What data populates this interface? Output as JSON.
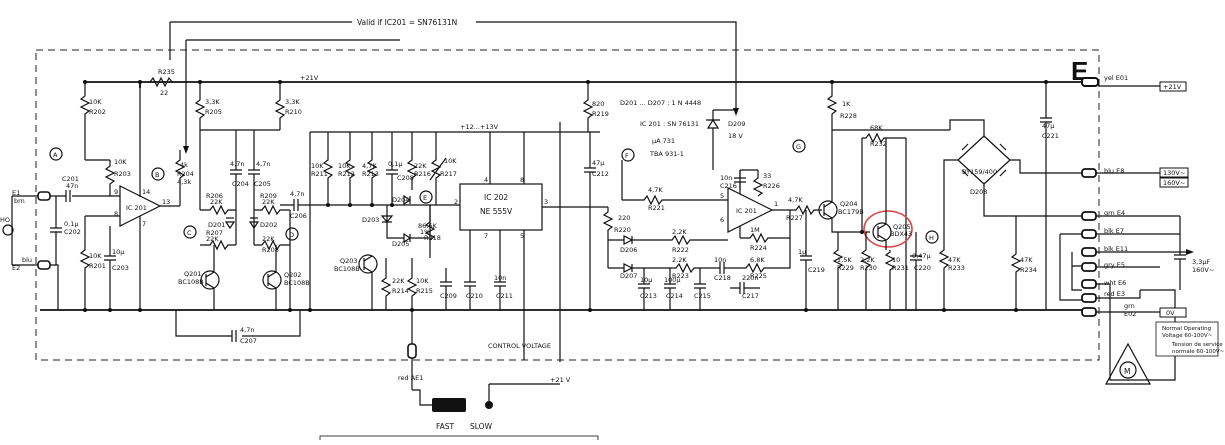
{
  "header": {
    "valid_note": "Valid if IC201 = SN76131N",
    "board_letter": "E"
  },
  "supply": {
    "plus21": "+21V",
    "plus12_13": "+12...+13V",
    "plus21_bottom": "+21 V",
    "control_voltage": "CONTROL VOLTAGE"
  },
  "notes": {
    "diodes": "D201 ... D207 : 1 N 4448",
    "ic201": "IC 201 : SN 76131",
    "ua731": "µA 731",
    "tba": "TBA 931-1",
    "zener_v": "18 V",
    "d208": "BY159/400",
    "d208_id": "D208"
  },
  "test_points": [
    "A",
    "B",
    "C",
    "D",
    "E",
    "F",
    "G",
    "H"
  ],
  "connectors": {
    "e1": "E1",
    "e1_color": "brn",
    "e2": "E2",
    "e2_color": "blu",
    "ho": "HO",
    "e01": "yel E01",
    "e8": "blu E8",
    "e4": "grn E4",
    "e7": "blk E7",
    "e11": "blk E11",
    "e5": "gry E5",
    "e6": "wht E6",
    "e3": "red E3",
    "e02": "grn",
    "e02_id": "E02",
    "red_ae1": "red AE1"
  },
  "right_labels": {
    "plus21": "+21V",
    "v130": "130V~",
    "v160": "160V~",
    "cap": "3,3µF",
    "cap_v": "160V~",
    "zero_v": "0V",
    "normal_op": "Normal Operating",
    "voltage": "Voltage 60-100V~",
    "tension": "Tension de service",
    "normale": "normale 60-100V~",
    "motor": "M"
  },
  "switch": {
    "fast": "FAST",
    "slow": "SLOW"
  },
  "ic": {
    "ic201a": "IC 201",
    "ic202": "IC 202",
    "ne555": "NE 555V",
    "ic201b": "IC 201"
  },
  "transistors": {
    "q201": "Q201",
    "q201_type": "BC108B",
    "q202": "Q202",
    "q202_type": "BC108B",
    "q203": "Q203",
    "q203_type": "BC108B",
    "q204": "Q204",
    "q204_type": "BC179B",
    "q205": "Q205",
    "q205_type": "BDX43"
  },
  "resistors": {
    "r235": "R235",
    "r235_v": "22",
    "r202": "R202",
    "r202_v": "10K",
    "r203": "R203",
    "r203_v": "10K",
    "r201": "R201",
    "r201_v": "10K",
    "r205": "R205",
    "r205_v": "3,3K",
    "r204": "R204",
    "r204_v": "4k",
    "r204_v2": "4,3k",
    "r206": "R206",
    "r206_v": "22K",
    "r207": "R207",
    "r207_v": "22K",
    "r209": "R209",
    "r209_v": "22K",
    "r208": "R208",
    "r208_v": "22K",
    "r210": "R210",
    "r210_v": "3,3K",
    "r211": "R211",
    "r211_v": "10K",
    "r212": "R212",
    "r212_v": "10K",
    "r213": "R213",
    "r213_v": "4,7K",
    "r216": "R216",
    "r216_v": "22K",
    "r217": "R217",
    "r217_v": "10K",
    "r218": "R218",
    "r218_v": "86,6K",
    "r218_tol": "1%",
    "r214": "R214",
    "r214_v": "22K",
    "r215": "R215",
    "r215_v": "10K",
    "r219": "R219",
    "r219_v": "820",
    "r220": "R220",
    "r220_v": "220",
    "r221": "R221",
    "r221_v": "4,7K",
    "r222": "R222",
    "r222_v": "2,2K",
    "r223": "R223",
    "r223_v": "2,2K",
    "r224": "R224",
    "r224_v": "1M",
    "r225": "R225",
    "r225_v": "6,8K",
    "r226": "R226",
    "r226_v": "33",
    "r227": "R227",
    "r227_v": "4,7K",
    "r228": "R228",
    "r228_v": "1K",
    "r229": "R229",
    "r229_v": "1,5K",
    "r230": "R230",
    "r230_v": "2,2K",
    "r231": "R231",
    "r231_v": "10",
    "r232": "R232",
    "r232_v": "68K",
    "r233": "R233",
    "r233_v": "47K",
    "r234": "R234",
    "r234_v": "47K"
  },
  "capacitors": {
    "c201": "C201",
    "c201_v": "47n",
    "c202": "C202",
    "c202_v": "0,1µ",
    "c203": "C203",
    "c203_v": "10µ",
    "c204": "C204",
    "c204_v": "4,7n",
    "c205": "C205",
    "c205_v": "4,7n",
    "c206": "C206",
    "c206_v": "4,7n",
    "c207": "C207",
    "c207_v": "4,7n",
    "c208": "C208",
    "c208_v": "0,1µ",
    "c209": "C209",
    "c210": "C210",
    "c211": "C211",
    "c211_v": "10n",
    "c212": "C212",
    "c212_v": "47µ",
    "c213": "C213",
    "c213_v": "10µ",
    "c214": "C214",
    "c214_v": "100µ",
    "c215": "C215",
    "c216": "C216",
    "c216_v": "10n",
    "c217": "C217",
    "c217_v": "220n",
    "c218": "C218",
    "c218_v": "10n",
    "c219": "C219",
    "c219_v": "1µ",
    "c220": "C220",
    "c220_v": "0,47µ",
    "c221": "C221",
    "c221_v": "47µ"
  },
  "diodes": {
    "d201": "D201",
    "d202": "D202",
    "d203": "D203",
    "d204": "D204",
    "d205": "D205",
    "d206": "D206",
    "d207": "D207",
    "d209": "D209"
  },
  "pins": {
    "p14": "14",
    "p13": "13",
    "p9": "9",
    "p8": "8",
    "p7": "7",
    "p2": "2",
    "p3": "3",
    "p4": "4",
    "p5": "5",
    "p6": "6",
    "p1": "1",
    "p8b": "8",
    "p7b": "7"
  }
}
